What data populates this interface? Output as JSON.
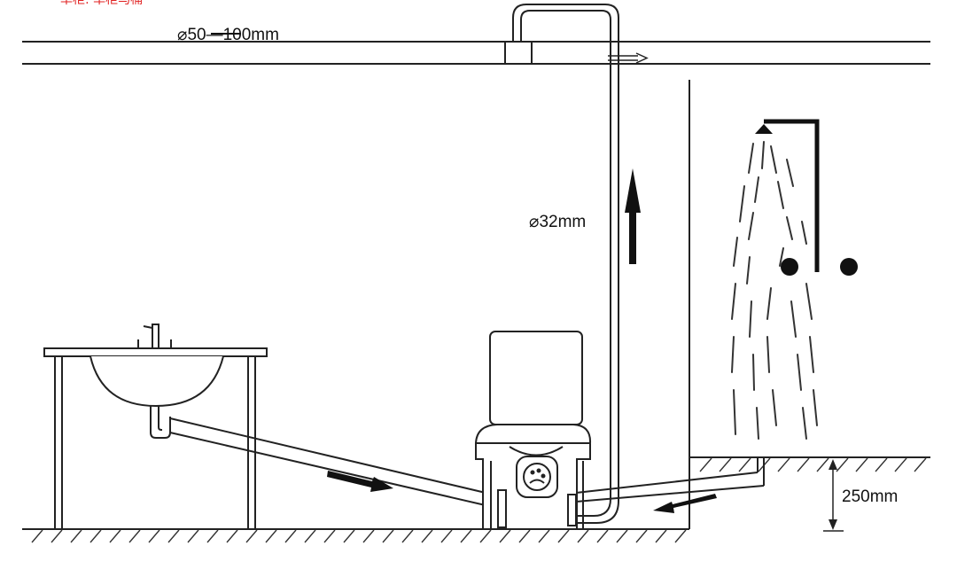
{
  "header_text": "单柜: 单柜马桶",
  "labels": {
    "main_pipe": "⌀50—100mm",
    "riser_pipe": "⌀32mm",
    "floor_height": "250mm"
  },
  "colors": {
    "line": "#222222",
    "ink": "#111111",
    "accent": "#e02020",
    "hatch": "#333333"
  }
}
